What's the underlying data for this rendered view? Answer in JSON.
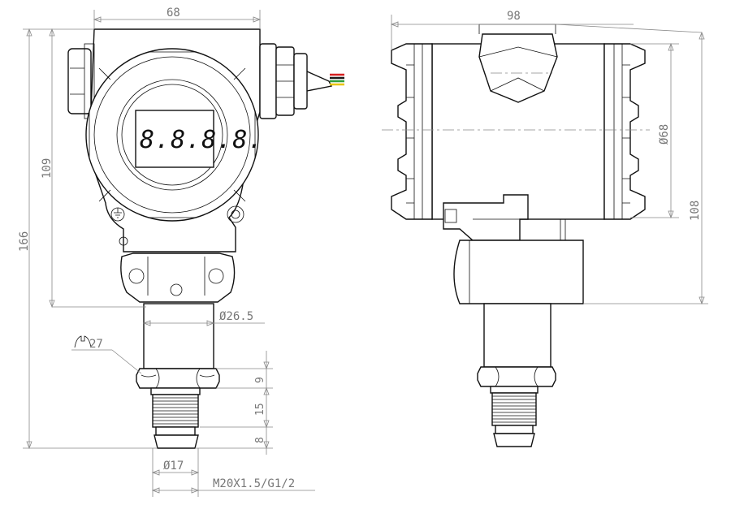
{
  "front_view": {
    "display_text": "8.8.8.8.",
    "dim_width": "68",
    "dim_body_height": "109",
    "dim_total_height": "166",
    "dim_neck_dia": "Ø26.5",
    "dim_hex_wrench": "27",
    "dim_hex_height": "9",
    "dim_thread_length": "15",
    "dim_tip_length": "8",
    "dim_tip_dia": "Ø17",
    "dim_thread_spec": "M20X1.5/G1/2"
  },
  "side_view": {
    "dim_width": "98",
    "dim_housing_dia": "Ø68",
    "dim_height": "108"
  },
  "wire_colors": [
    "#d62020",
    "#1a1a1a",
    "#2e9e3a",
    "#e8c400"
  ]
}
